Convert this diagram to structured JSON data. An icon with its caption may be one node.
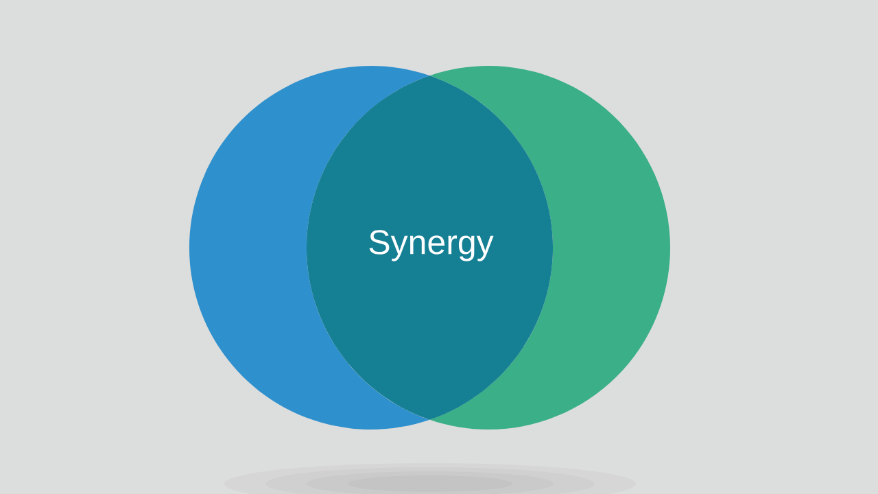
{
  "diagram": {
    "nodes": [
      {
        "text": [],
        "shape": "circle"
      },
      {
        "text": [],
        "shape": "circle"
      },
      {
        "text": [
          "Synergy"
        ]
      }
    ]
  }
}
